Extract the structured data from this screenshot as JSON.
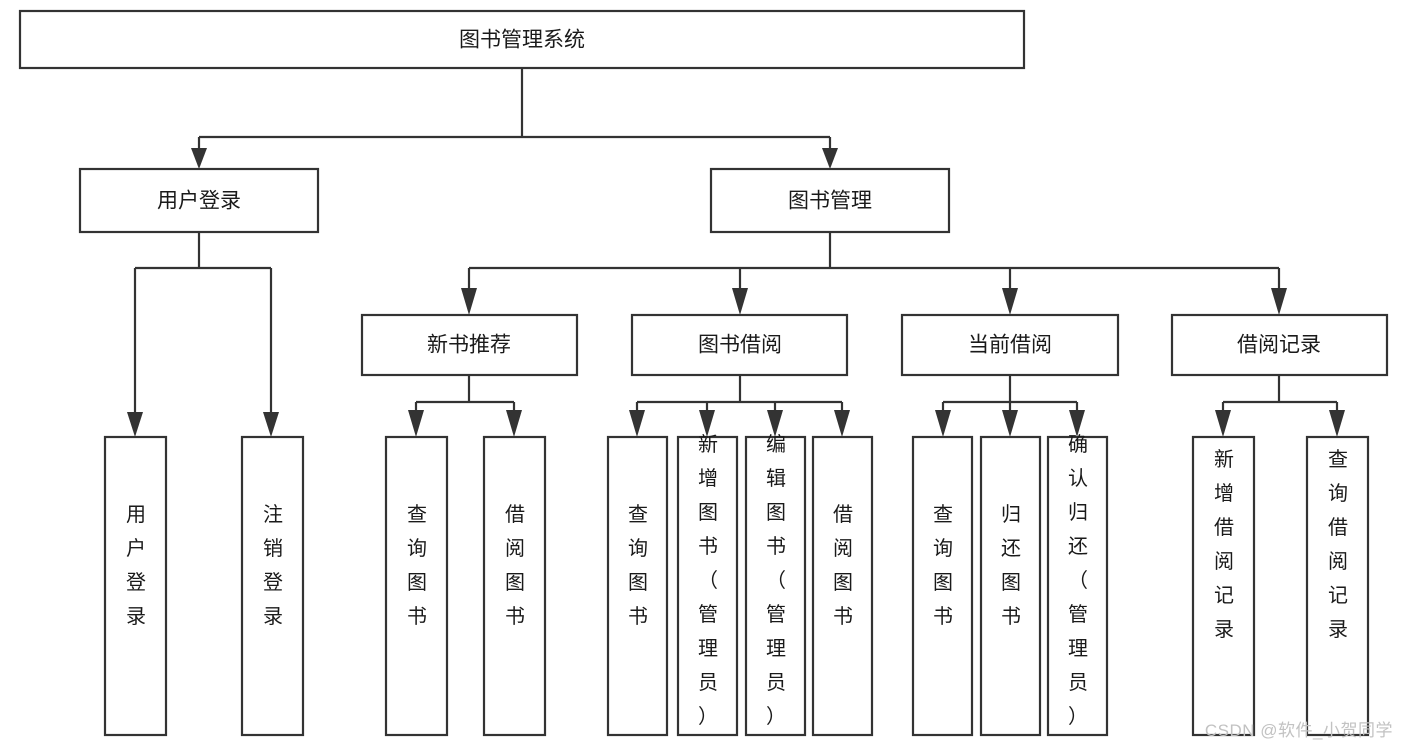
{
  "diagram": {
    "type": "tree",
    "title": "图书管理系统",
    "watermark": "CSDN @软件_小贺同学",
    "levels": {
      "root": "图书管理系统",
      "level2": [
        "用户登录",
        "图书管理"
      ],
      "level3": [
        "新书推荐",
        "图书借阅",
        "当前借阅",
        "借阅记录"
      ]
    },
    "nodes": {
      "root": {
        "label": "图书管理系统"
      },
      "user_login": {
        "label": "用户登录"
      },
      "book_manage": {
        "label": "图书管理"
      },
      "new_book_rec": {
        "label": "新书推荐"
      },
      "book_borrow": {
        "label": "图书借阅"
      },
      "current_borrow": {
        "label": "当前借阅"
      },
      "borrow_record": {
        "label": "借阅记录"
      }
    },
    "leaves": {
      "user_login": [
        {
          "label": "用户登录"
        },
        {
          "label": "注销登录"
        }
      ],
      "new_book_rec": [
        {
          "label": "查询图书"
        },
        {
          "label": "借阅图书"
        }
      ],
      "book_borrow": [
        {
          "label": "查询图书"
        },
        {
          "label": "新增图书（管理员）"
        },
        {
          "label": "编辑图书（管理员）"
        },
        {
          "label": "借阅图书"
        }
      ],
      "current_borrow": [
        {
          "label": "查询图书"
        },
        {
          "label": "归还图书"
        },
        {
          "label": "确认归还（管理员）"
        }
      ],
      "borrow_record": [
        {
          "label": "新增借阅记录"
        },
        {
          "label": "查询借阅记录"
        }
      ]
    },
    "colors": {
      "stroke": "#333333",
      "fill": "#ffffff",
      "text": "#1a1a1a",
      "watermark": "#c2c2c2"
    }
  }
}
